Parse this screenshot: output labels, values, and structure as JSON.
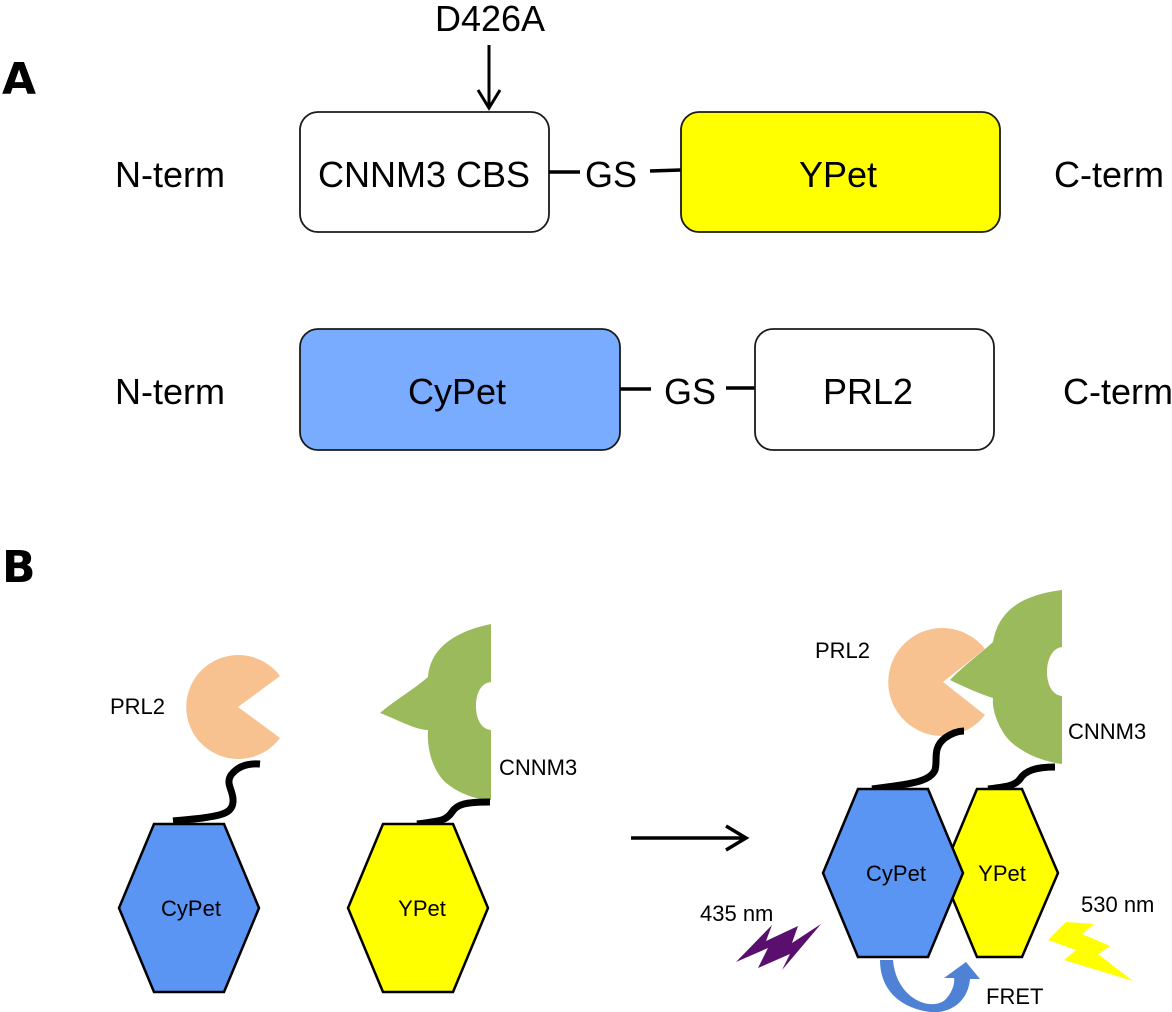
{
  "colors": {
    "ypet": "#ffff00",
    "cypet_box": "#79acff",
    "cypet_hex": "#5b95f4",
    "prl2": "#f8c190",
    "cnnm3": "#9bba5c",
    "excite": "#5a0f6e",
    "fret_arrow": "#4f82d4",
    "emit": "#ffff00"
  },
  "panel_a": {
    "label": "A",
    "mutation": "D426A",
    "row1": {
      "n_term": "N-term",
      "box1": "CNNM3 CBS",
      "linker": "GS",
      "box2": "YPet",
      "c_term": "C-term"
    },
    "row2": {
      "n_term": "N-term",
      "box1": "CyPet",
      "linker": "GS",
      "box2": "PRL2",
      "c_term": "C-term"
    }
  },
  "panel_b": {
    "label": "B",
    "left": {
      "prl2": "PRL2",
      "cnnm3": "CNNM3",
      "cypet": "CyPet",
      "ypet": "YPet"
    },
    "right": {
      "prl2": "PRL2",
      "cnnm3": "CNNM3",
      "cypet": "CyPet",
      "ypet": "YPet",
      "excitation": "435 nm",
      "emission": "530 nm",
      "fret": "FRET"
    }
  }
}
